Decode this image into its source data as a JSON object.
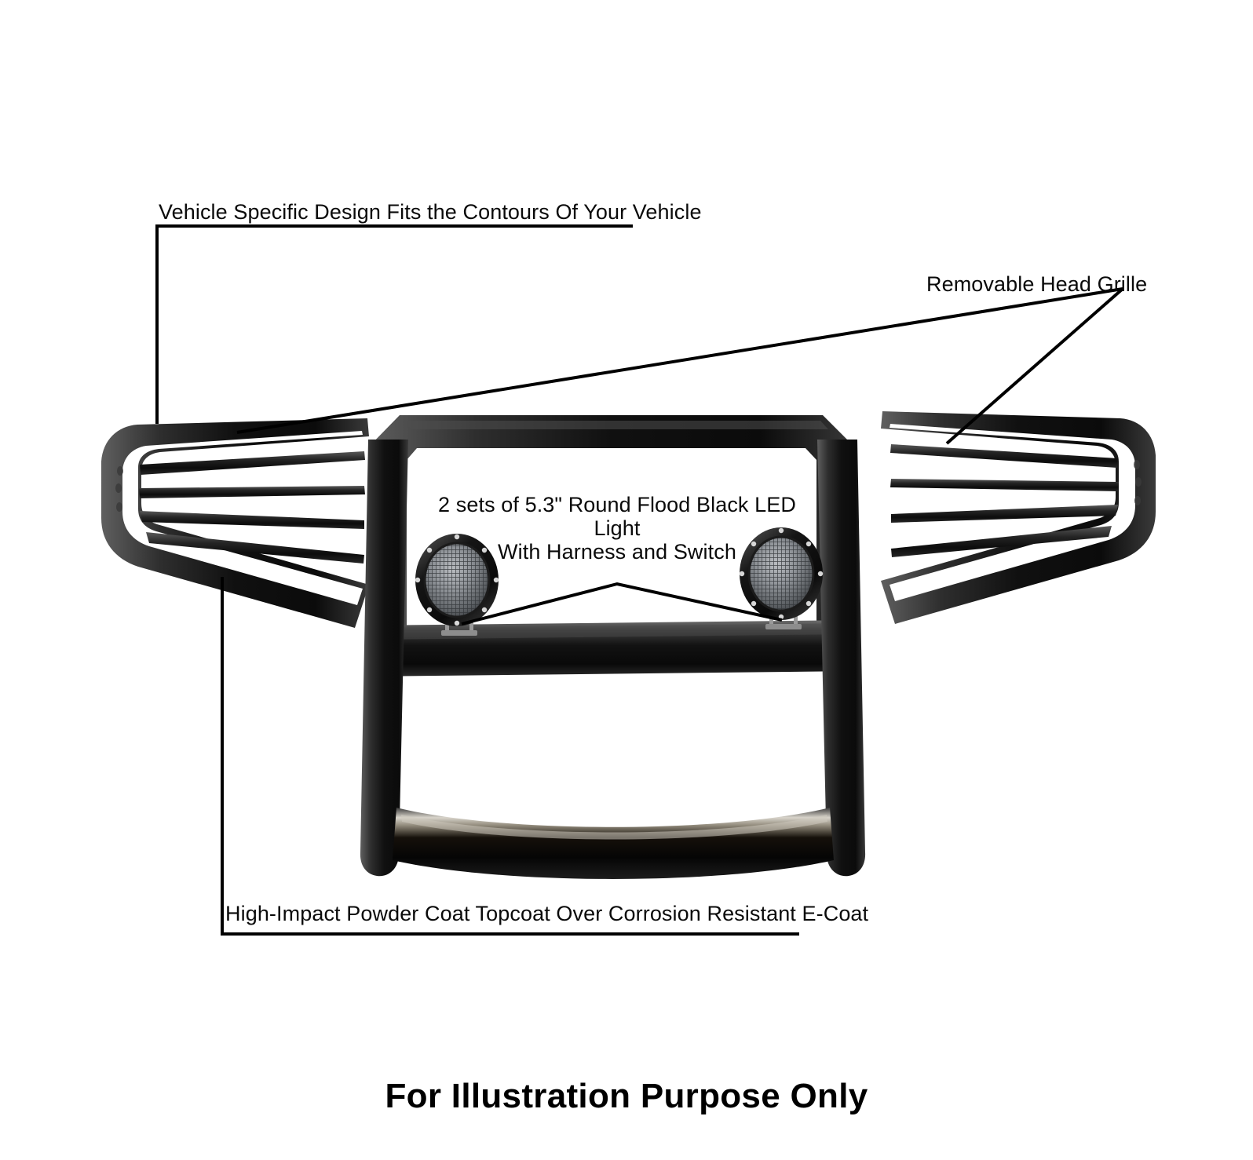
{
  "image": {
    "type": "product-illustration",
    "subject": "Vehicle Grille Guard / Brush Guard with LED flood lights",
    "background_color": "#ffffff",
    "product_color": "#1a1a1a"
  },
  "callouts": [
    {
      "id": "vehicle-specific",
      "text": "Vehicle Specific Design Fits the Contours Of Your Vehicle",
      "underline": true,
      "leader": "vertical-then-diagonal-to-left-wing"
    },
    {
      "id": "removable-grille",
      "text": "Removable Head Grille",
      "underline": false,
      "leader": "two-diagonals-to-both-wings"
    },
    {
      "id": "led-light",
      "line1": "2 sets of 5.3\" Round Flood Black LED Light",
      "line2": "With Harness and Switch",
      "underline": false,
      "leader": "chevron-to-both-lamps"
    },
    {
      "id": "powder-coat",
      "text": "High-Impact Powder Coat Topcoat Over Corrosion Resistant E-Coat",
      "underline": true,
      "leader": "vertical-from-left-wing-bottom"
    }
  ],
  "footer": {
    "note": "For Illustration Purpose Only"
  },
  "product": {
    "name": "grille-guard",
    "left_wing": {
      "bar_count": 4,
      "label": "Removable head grille - left"
    },
    "right_wing": {
      "bar_count": 4,
      "label": "Removable head grille - right"
    },
    "center_frame": {
      "label": "Center grille guard frame"
    },
    "lamps": [
      {
        "id": "led-lamp-left",
        "size": "5.3\"",
        "style": "Round Flood Black LED",
        "screw_count": 8
      },
      {
        "id": "led-lamp-right",
        "size": "5.3\"",
        "style": "Round Flood Black LED",
        "screw_count": 8
      }
    ],
    "lower_skid_bar": {
      "label": "Lower skid / brush bar"
    },
    "uprights": {
      "count": 2,
      "label": "Vertical support legs"
    }
  }
}
